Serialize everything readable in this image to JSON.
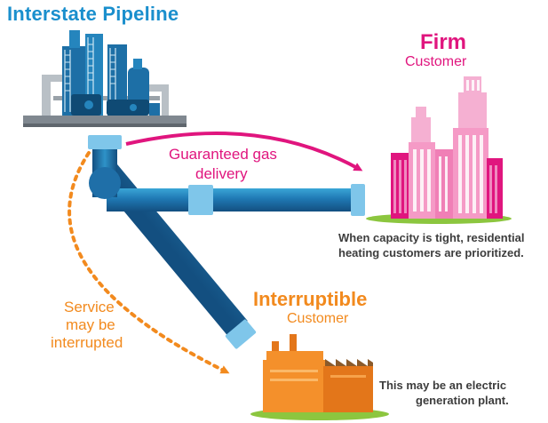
{
  "title": "Interstate Pipeline",
  "firm": {
    "title": "Firm",
    "subtitle": "Customer",
    "note_line1": "When capacity is tight, residential",
    "note_line2": "heating customers are prioritized."
  },
  "guaranteed": {
    "line1": "Guaranteed gas",
    "line2": "delivery"
  },
  "interruptible": {
    "title": "Interruptible",
    "subtitle": "Customer",
    "note_line1": "This may be an electric",
    "note_line2": "generation plant."
  },
  "service": {
    "line1": "Service",
    "line2": "may be",
    "line3": "interrupted"
  },
  "colors": {
    "blue_title": "#1a8fcd",
    "pipe_dark": "#1a5f95",
    "pipe_light": "#2e95c9",
    "coupling": "#7fc6ea",
    "magenta": "#e0157e",
    "pink_building": "#f59ac6",
    "orange": "#f28a1e",
    "factory_orange": "#f4902b",
    "grass": "#8cc63f",
    "platform": "#808890"
  }
}
